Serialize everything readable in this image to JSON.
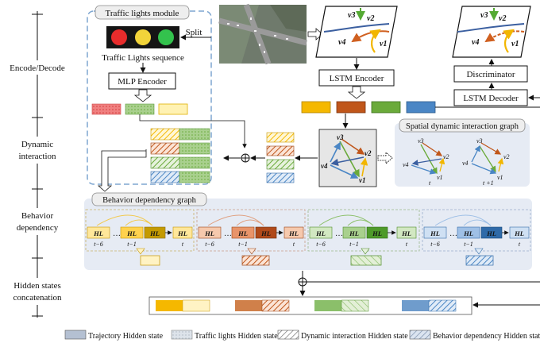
{
  "stages": {
    "encode": "Encode/Decode",
    "dynamic_1": "Dynamic",
    "dynamic_2": "interaction",
    "behavior_1": "Behavior",
    "behavior_2": "dependency",
    "hidden_1": "Hidden states",
    "hidden_2": "concatenation"
  },
  "traffic": {
    "module_title": "Traffic lights module",
    "sequence_label": "Traffic Lights sequence",
    "mlp_encoder": "MLP  Encoder",
    "split": "Split"
  },
  "trajectory": {
    "lstm_encoder": "LSTM  Encoder",
    "lstm_decoder": "LSTM Decoder",
    "discriminator": "Discriminator",
    "vehicles": [
      "v1",
      "v2",
      "v3",
      "v4"
    ]
  },
  "spatial": {
    "title": "Spatial dynamic interaction graph",
    "t": "t",
    "t1": "t +1"
  },
  "behavior": {
    "title": "Behavior dependency graph",
    "hl": "HL",
    "ticks": [
      "t−6",
      "t−1",
      "t"
    ]
  },
  "legend": {
    "trajectory": "Trajectory Hidden state",
    "traffic": "Traffic lights Hidden state",
    "dynamic": "Dynamic interaction Hidden state",
    "behavior": "Behavior dependency Hidden state"
  },
  "colors": {
    "yellow": "#f5b800",
    "orange": "#c0561a",
    "green": "#6aaa3a",
    "blue": "#4a86c5",
    "panel": "#e6ebf4",
    "dashed_border": "#7ea6d0"
  }
}
